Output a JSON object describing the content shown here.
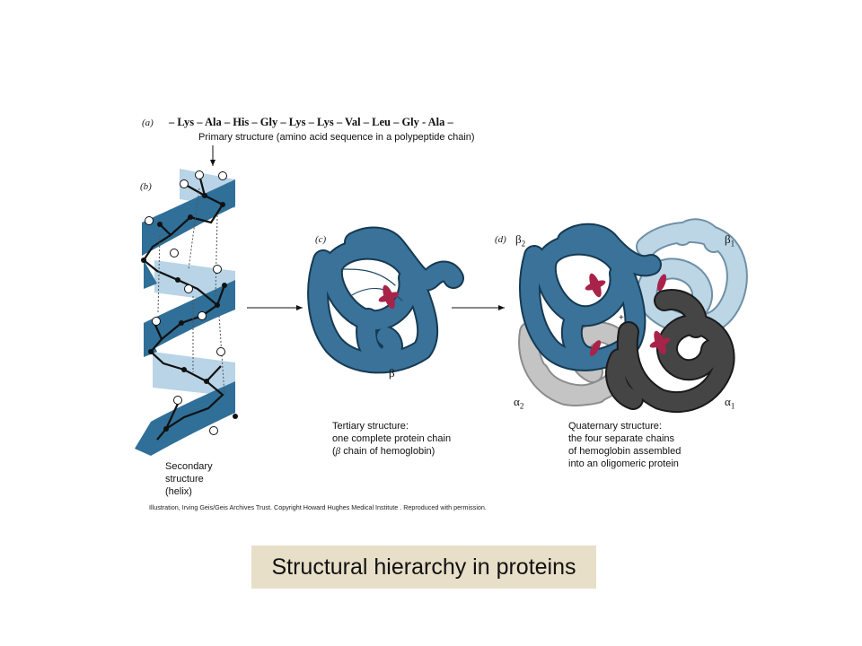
{
  "figure": {
    "panel_a": {
      "label": "(a)",
      "sequence": "– Lys – Ala – His – Gly – Lys – Lys – Val – Leu – Gly - Ala –",
      "caption": "Primary structure (amino acid sequence in a polypeptide chain)"
    },
    "panel_b": {
      "label": "(b)",
      "caption": "Secondary\nstructure\n(helix)"
    },
    "panel_c": {
      "label": "(c)",
      "chain_label": "β",
      "caption_line1": "Tertiary structure:",
      "caption_line2": "one complete protein chain",
      "caption_line3_symbol": "β",
      "caption_line3_text": " chain of hemoglobin)"
    },
    "panel_d": {
      "label": "(d)",
      "beta2": {
        "base": "β",
        "sub": "2"
      },
      "beta1": {
        "base": "β",
        "sub": "1"
      },
      "alpha2": {
        "base": "α",
        "sub": "2"
      },
      "alpha1": {
        "base": "α",
        "sub": "1"
      },
      "caption": "Quaternary structure:\nthe four separate chains\nof hemoglobin assembled\ninto an oligomeric protein"
    },
    "credit": "Illustration, Irving Geis/Geis Archives Trust. Copyright Howard Hughes Medical Institute . Reproduced with permission.",
    "colors": {
      "helix_dark": "#2f6f98",
      "helix_light": "#b8d4e6",
      "beta_chain": "#3a7299",
      "beta1_chain": "#bcd6e6",
      "alpha1_chain": "#454545",
      "alpha2_chain": "#c4c4c4",
      "heme": "#a8234a"
    }
  },
  "slide": {
    "title": "Structural hierarchy in proteins",
    "title_background": "#e8dfc9"
  }
}
